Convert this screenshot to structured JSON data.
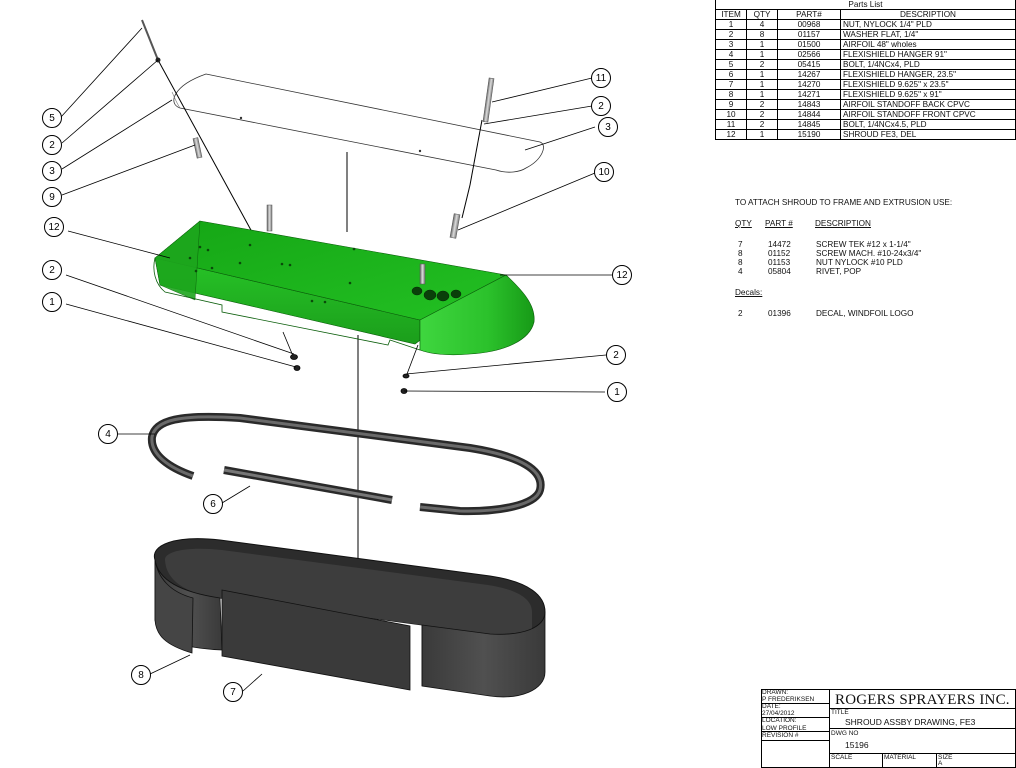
{
  "parts_list": {
    "caption": "Parts List",
    "headers": [
      "ITEM",
      "QTY",
      "PART#",
      "DESCRIPTION"
    ],
    "rows": [
      [
        "1",
        "4",
        "00968",
        "NUT, NYLOCK 1/4\" PLD"
      ],
      [
        "2",
        "8",
        "01157",
        "WASHER FLAT, 1/4\""
      ],
      [
        "3",
        "1",
        "01500",
        "AIRFOIL 48\" wholes"
      ],
      [
        "4",
        "1",
        "02566",
        "FLEXISHIELD HANGER 91\""
      ],
      [
        "5",
        "2",
        "05415",
        "BOLT, 1/4NCx4, PLD"
      ],
      [
        "6",
        "1",
        "14267",
        "FLEXISHIELD HANGER, 23.5\""
      ],
      [
        "7",
        "1",
        "14270",
        "FLEXISHIELD 9.625\" x 23.5\""
      ],
      [
        "8",
        "1",
        "14271",
        "FLEXISHIELD 9.625\" x 91\""
      ],
      [
        "9",
        "2",
        "14843",
        "AIRFOIL STANDOFF BACK CPVC"
      ],
      [
        "10",
        "2",
        "14844",
        "AIRFOIL STANDOFF FRONT CPVC"
      ],
      [
        "11",
        "2",
        "14845",
        "BOLT, 1/4NCx4.5, PLD"
      ],
      [
        "12",
        "1",
        "15190",
        "SHROUD FE3, DEL"
      ]
    ]
  },
  "notes": {
    "heading": "TO ATTACH SHROUD TO FRAME AND EXTRUSION USE:",
    "col_qty": "QTY",
    "col_part": "PART #",
    "col_desc": "DESCRIPTION",
    "rows": [
      [
        "7",
        "14472",
        "SCREW TEK #12 x 1-1/4\""
      ],
      [
        "8",
        "01152",
        "SCREW MACH. #10-24x3/4\""
      ],
      [
        "8",
        "01153",
        "NUT NYLOCK #10 PLD"
      ],
      [
        "4",
        "05804",
        "RIVET, POP"
      ]
    ],
    "decals_heading": "Decals:",
    "decal_rows": [
      [
        "2",
        "01396",
        "DECAL, WINDFOIL LOGO"
      ]
    ]
  },
  "title_block": {
    "drawn_label": "DRAWN:",
    "drawn_value": "P FREDERIKSEN",
    "date_label": "DATE:",
    "date_value": "27/04/2012",
    "location_label": "LOCATION:",
    "location_value": "LOW PROFILE",
    "revision_label": "REVISION #",
    "company": "ROGERS SPRAYERS INC.",
    "title_label": "TITLE",
    "title_value": "SHROUD ASSBY DRAWING, FE3",
    "dwg_label": "DWG NO",
    "dwg_value": "15196",
    "scale_label": "SCALE",
    "material_label": "MATERIAL",
    "size_label": "SIZE",
    "size_value": "A"
  },
  "balloons": [
    {
      "label": "5"
    },
    {
      "label": "2"
    },
    {
      "label": "3"
    },
    {
      "label": "9"
    },
    {
      "label": "12"
    },
    {
      "label": "2"
    },
    {
      "label": "1"
    },
    {
      "label": "11"
    },
    {
      "label": "2"
    },
    {
      "label": "3"
    },
    {
      "label": "10"
    },
    {
      "label": "12"
    },
    {
      "label": "2"
    },
    {
      "label": "1"
    },
    {
      "label": "4"
    },
    {
      "label": "6"
    },
    {
      "label": "8"
    },
    {
      "label": "7"
    }
  ],
  "colors": {
    "shroud_green": "#1fb31f",
    "shroud_dark": "#0e7a12",
    "flexishield": "#4a4a4a",
    "hanger": "#555555"
  }
}
